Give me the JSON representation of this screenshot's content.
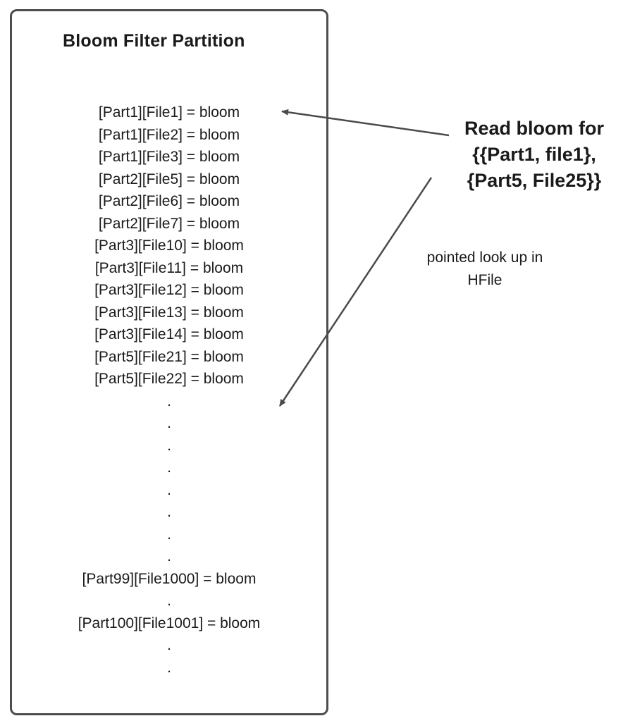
{
  "colors": {
    "box_border": "#4d4d4d",
    "arrow": "#4a4a4a",
    "text": "#1a1a1a",
    "background": "#ffffff"
  },
  "box": {
    "title": "Bloom Filter Partition",
    "entries": [
      "[Part1][File1] = bloom",
      "[Part1][File2] = bloom",
      "[Part1][File3] = bloom",
      "[Part2][File5] = bloom",
      "[Part2][File6] = bloom",
      "[Part2][File7] = bloom",
      "[Part3][File10] = bloom",
      "[Part3][File11] = bloom",
      "[Part3][File12] = bloom",
      "[Part3][File13] = bloom",
      "[Part3][File14] = bloom",
      "[Part5][File21] = bloom",
      "[Part5][File22] = bloom"
    ],
    "entry_part99": "[Part99][File1000] = bloom",
    "entry_part100": "[Part100][File1001] = bloom",
    "dot_char": "."
  },
  "annotation": {
    "read_bloom_lines": [
      "Read bloom for",
      "{{Part1, file1},",
      "{Part5, File25}}"
    ],
    "caption_lines": [
      "pointed look up in",
      "HFile"
    ]
  }
}
